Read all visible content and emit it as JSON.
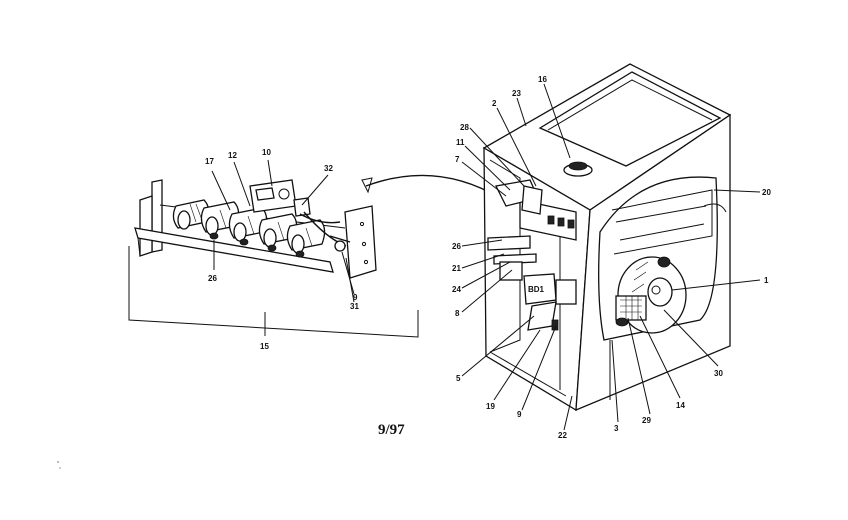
{
  "diagram": {
    "date_code": "9/97",
    "burner_callouts": [
      "17",
      "12",
      "10",
      "32",
      "26",
      "9",
      "31",
      "15"
    ],
    "furnace_callouts": [
      "16",
      "2",
      "23",
      "28",
      "11",
      "7",
      "20",
      "26",
      "21",
      "24",
      "8",
      "1",
      "5",
      "19",
      "9",
      "30",
      "14",
      "29",
      "3",
      "22"
    ]
  }
}
